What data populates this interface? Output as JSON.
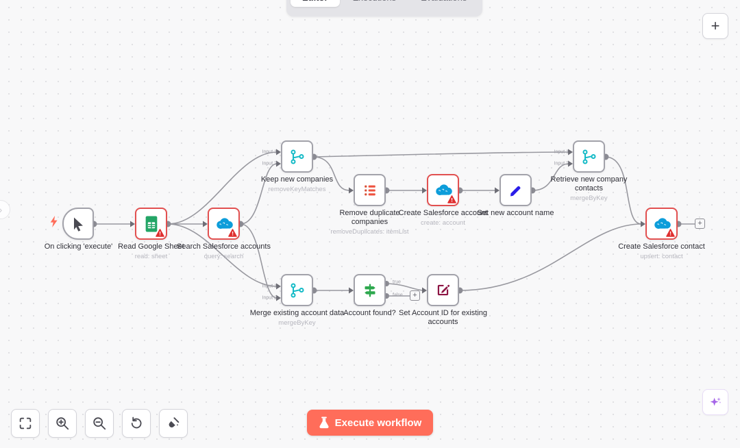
{
  "tabs": [
    {
      "label": "Editor",
      "active": true
    },
    {
      "label": "Executions",
      "active": false
    },
    {
      "label": "Evaluations",
      "active": false
    }
  ],
  "port_labels": {
    "input1": "Input 1",
    "input2": "Input 2",
    "true_label": "true",
    "false_label": "false"
  },
  "nodes": [
    {
      "label": "On clicking 'execute'",
      "subtitle": "",
      "icon": "cursor-icon",
      "error": false
    },
    {
      "label": "Read Google Sheet",
      "subtitle": "read: sheet",
      "icon": "google-sheets-icon",
      "error": true
    },
    {
      "label": "Search Salesforce accounts",
      "subtitle": "query: search",
      "icon": "salesforce-icon",
      "error": true
    },
    {
      "label": "Keep new companies",
      "subtitle": "removeKeyMatches",
      "icon": "merge-branch-icon",
      "error": false
    },
    {
      "label": "Remove duplicate companies",
      "subtitle": "removeDuplicates: itemList",
      "icon": "item-list-icon",
      "error": false
    },
    {
      "label": "Create Salesforce account",
      "subtitle": "create: account",
      "icon": "salesforce-icon",
      "error": true
    },
    {
      "label": "Set new account name",
      "subtitle": "",
      "icon": "pencil-icon",
      "error": false
    },
    {
      "label": "Retrieve new company contacts",
      "subtitle": "mergeByKey",
      "icon": "merge-branch-icon",
      "error": false
    },
    {
      "label": "Create Salesforce contact",
      "subtitle": "upsert: contact",
      "icon": "salesforce-icon",
      "error": true
    },
    {
      "label": "Merge existing account data",
      "subtitle": "mergeByKey",
      "icon": "merge-branch-icon",
      "error": false
    },
    {
      "label": "Account found?",
      "subtitle": "",
      "icon": "signpost-if-icon",
      "error": false
    },
    {
      "label": "Set Account ID for existing accounts",
      "subtitle": "",
      "icon": "edit-square-icon",
      "error": false
    }
  ],
  "buttons": {
    "add_node": "+",
    "execute": "Execute workflow",
    "zoom_to_fit": "zoom-to-fit",
    "zoom_in": "zoom-in",
    "zoom_out": "zoom-out",
    "reset": "undo-reset",
    "tidy_up": "tidy-up",
    "ai_assistant": "ai-sparkle"
  },
  "icons": {
    "plus": "+",
    "chevron_right": "›"
  },
  "colors": {
    "execute_button": "#ff6d5a",
    "error_border": "#e25050",
    "node_border": "#a2a2aa",
    "wire": "#98989f",
    "salesforce_blue": "#0d9dda",
    "sheets_green": "#23a566",
    "merge_teal": "#13bac6",
    "list_orange": "#ee5340",
    "pencil_blue": "#2a1de8",
    "edit_maroon": "#8d1544",
    "if_green": "#2ea84e",
    "ai_purple": "#a666e8"
  }
}
